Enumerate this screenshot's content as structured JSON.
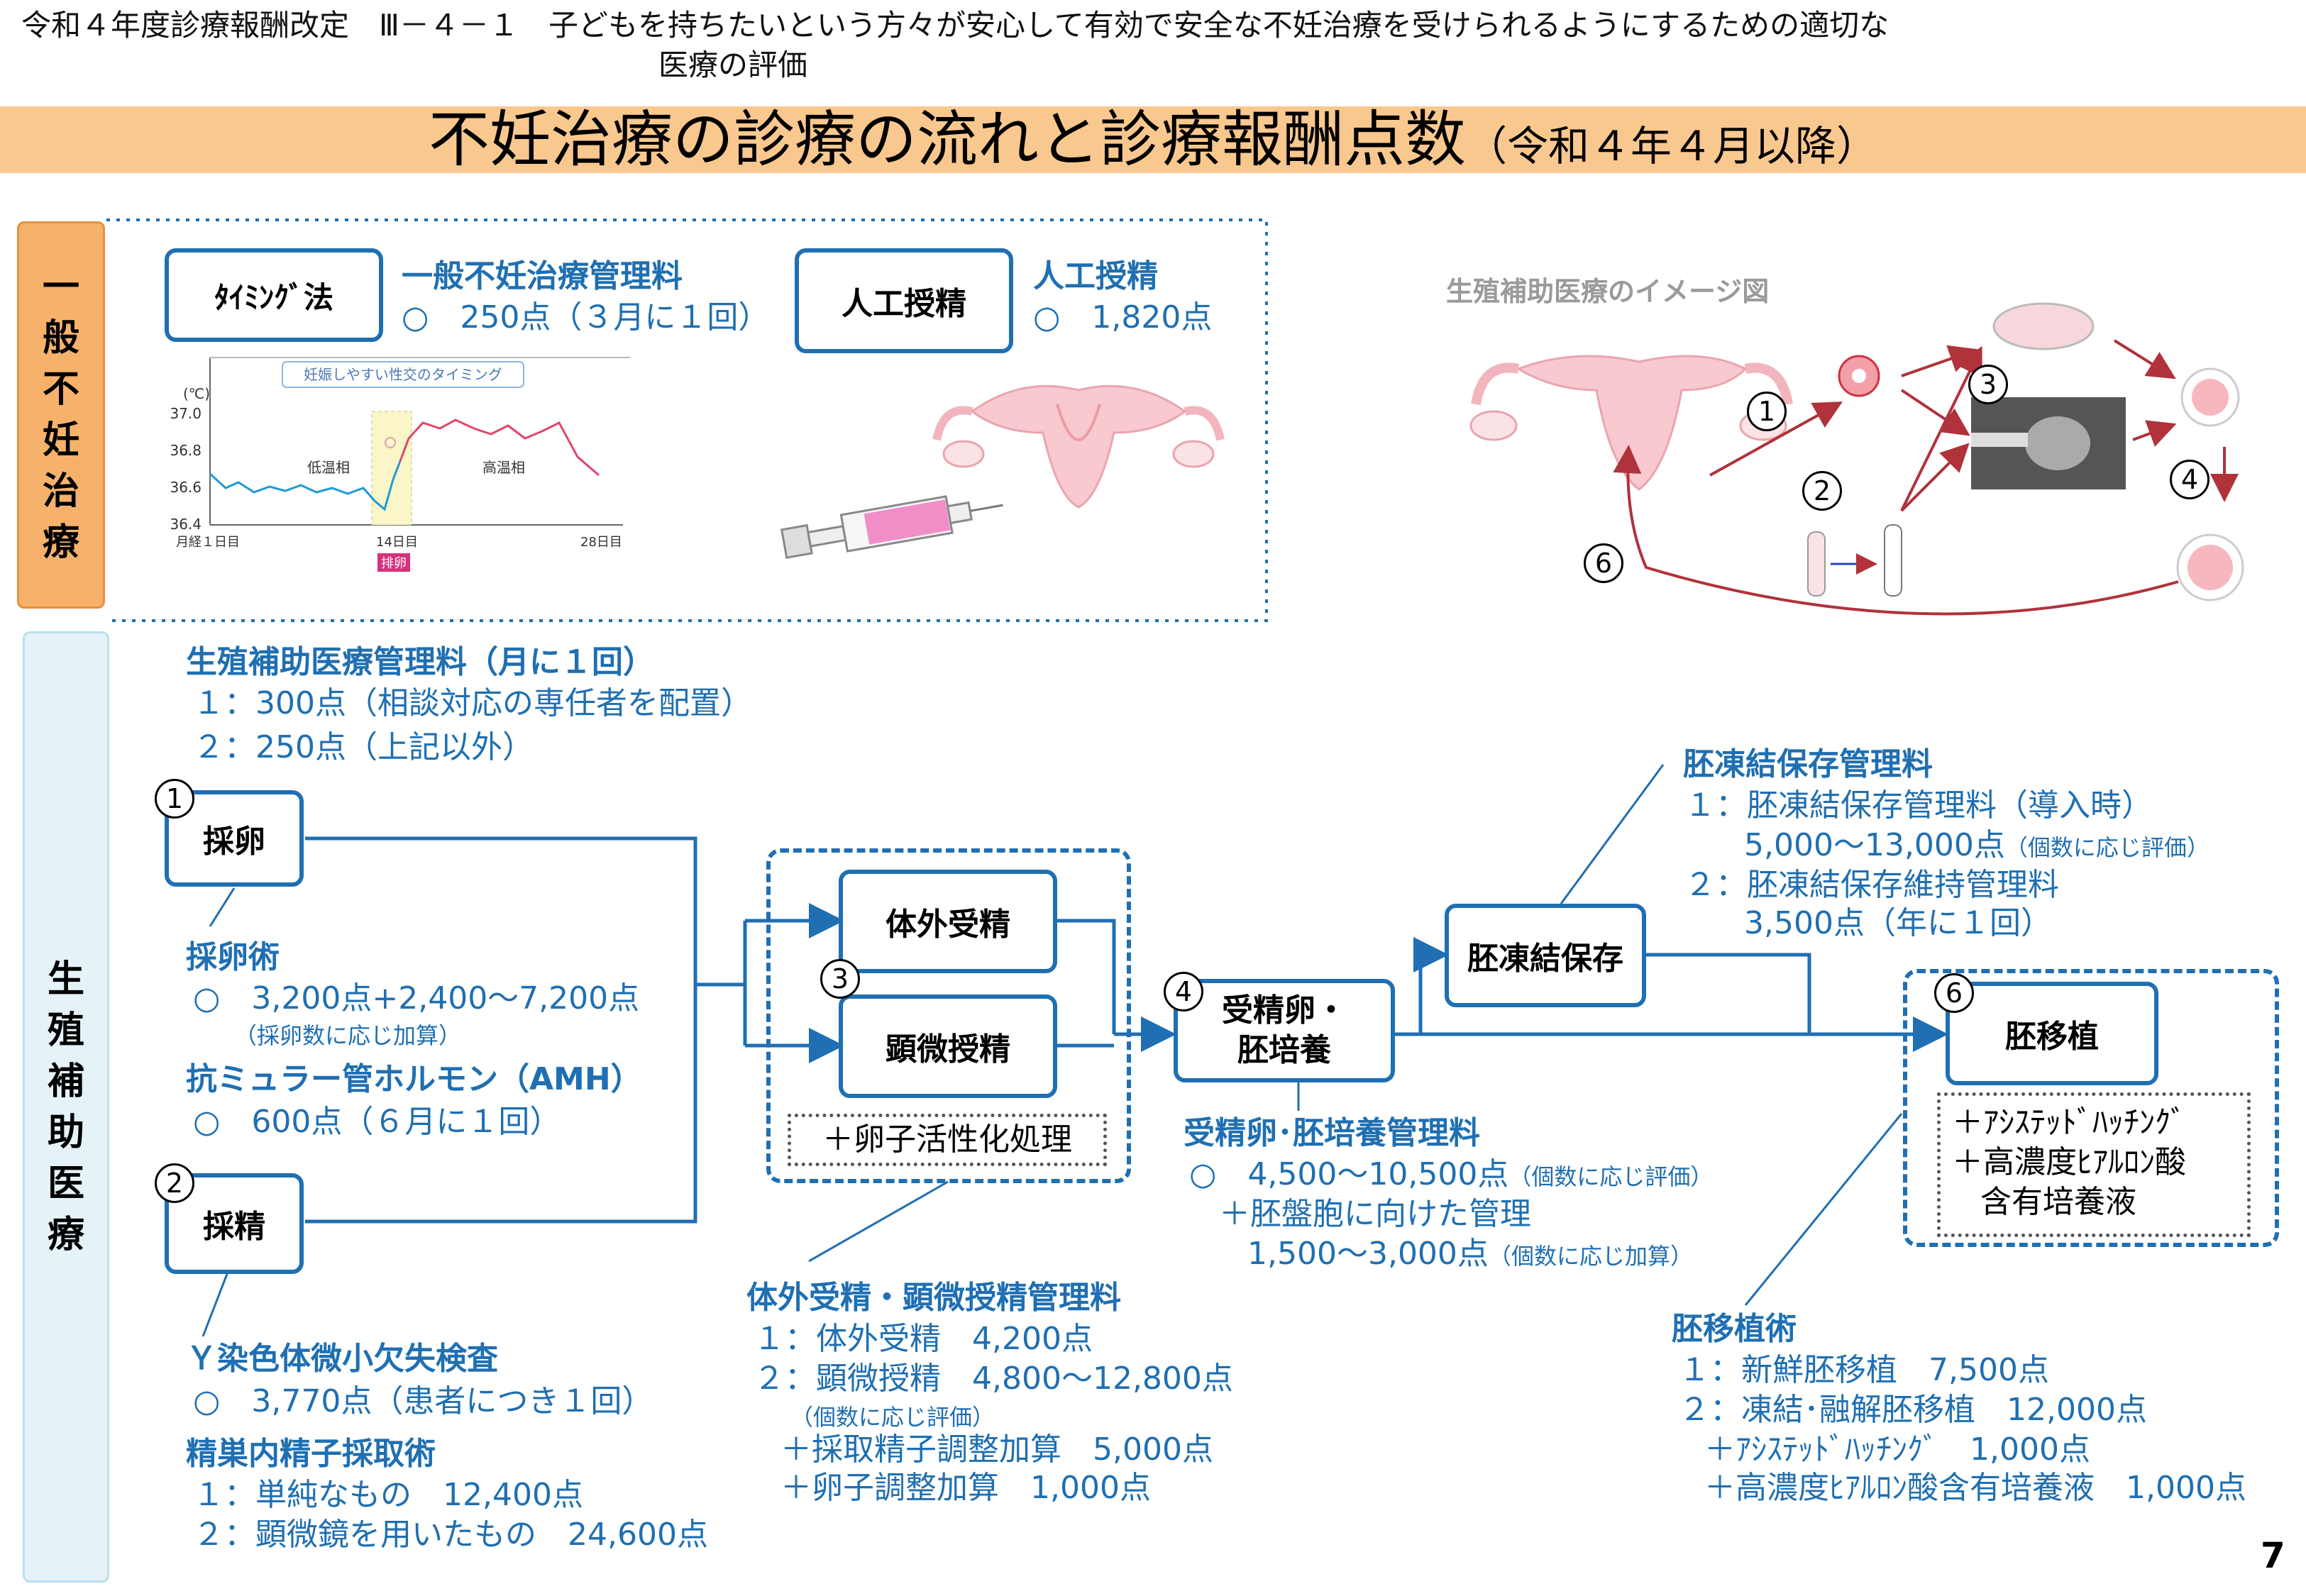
{
  "header": {
    "line1": "令和４年度診療報酬改定　Ⅲ－４－１　子どもを持ちたいという方々が安心して有効で安全な不妊治療を受けられるようにするための適切な",
    "line2": "医療の評価"
  },
  "banner": {
    "title": "不妊治療の診療の流れと診療報酬点数",
    "subtitle": "（令和４年４月以降）"
  },
  "side": {
    "general": [
      "一",
      "般",
      "不",
      "妊",
      "治",
      "療"
    ],
    "art": [
      "生",
      "殖",
      "補",
      "助",
      "医",
      "療"
    ]
  },
  "general": {
    "timing": {
      "label": "ﾀｲﾐﾝｸﾞ法",
      "fee_title": "一般不妊治療管理料",
      "fee": "○　250点（３月に１回）"
    },
    "ai": {
      "label": "人工授精",
      "fee_title": "人工授精",
      "fee": "○　1,820点"
    },
    "chart": {
      "banner": "妊娠しやすい性交のタイミング",
      "unit": "(℃)",
      "y_ticks": [
        "37.0",
        "36.8",
        "36.6",
        "36.4"
      ],
      "low_label": "低温相",
      "high_label": "高温相",
      "x_ticks": [
        "月経１日目",
        "14日目",
        "28日目"
      ],
      "ovulation": "排卵"
    },
    "image_title": "生殖補助医療のイメージ図",
    "image_steps": [
      "1",
      "2",
      "3",
      "4",
      "6"
    ]
  },
  "art": {
    "mgmt": {
      "title": "生殖補助医療管理料（月に１回）",
      "line1": "１：300点（相談対応の専任者を配置）",
      "line2": "２：250点（上記以外）"
    },
    "egg": {
      "num": "1",
      "label": "採卵",
      "fee_title": "採卵術",
      "fee": "○　3,200点+2,400～7,200点",
      "note": "（採卵数に応じ加算）"
    },
    "amh": {
      "title": "抗ミュラー管ホルモン（AMH）",
      "fee": "○　600点（６月に１回）"
    },
    "sperm": {
      "num": "2",
      "label": "採精"
    },
    "ychrom": {
      "title": "Ｙ染色体微小欠失検査",
      "fee": "○　3,770点（患者につき１回）"
    },
    "testis": {
      "title": "精巣内精子採取術",
      "line1": "１：単純なもの　12,400点",
      "line2": "２：顕微鏡を用いたもの　24,600点"
    },
    "ivf": {
      "label": "体外受精"
    },
    "icsi": {
      "num": "3",
      "label": "顕微授精"
    },
    "activation": "＋卵子活性化処理",
    "ivf_mgmt": {
      "title": "体外受精・顕微授精管理料",
      "line1": "１：体外受精　4,200点",
      "line2": "２：顕微授精　4,800～12,800点",
      "note": "（個数に応じ評価）",
      "add1": "＋採取精子調整加算　5,000点",
      "add2": "＋卵子調整加算　1,000点"
    },
    "culture": {
      "num": "4",
      "label1": "受精卵・",
      "label2": "胚培養"
    },
    "culture_mgmt": {
      "title": "受精卵･胚培養管理料",
      "fee": "○　4,500～10,500点",
      "fee_note": "（個数に応じ評価）",
      "add": "＋胚盤胞に向けた管理",
      "add_fee": "1,500～3,000点",
      "add_note": "（個数に応じ加算）"
    },
    "freeze": {
      "label": "胚凍結保存"
    },
    "freeze_mgmt": {
      "title": "胚凍結保存管理料",
      "line1": "１：胚凍結保存管理料（導入時）",
      "line1b": "5,000～13,000点",
      "line1_note": "（個数に応じ評価）",
      "line2": "２：胚凍結保存維持管理料",
      "line2b": "3,500点（年に１回）"
    },
    "transfer": {
      "num": "6",
      "label": "胚移植",
      "opt1": "＋ｱｼｽﾃｯﾄﾞﾊｯﾁﾝｸﾞ",
      "opt2": "＋高濃度ﾋｱﾙﾛﾝ酸",
      "opt3": "含有培養液"
    },
    "transfer_fee": {
      "title": "胚移植術",
      "line1": "１：新鮮胚移植　7,500点",
      "line2": "２：凍結･融解胚移植　12,000点",
      "add1": "＋ｱｼｽﾃｯﾄﾞﾊｯﾁﾝｸﾞ　1,000点",
      "add2": "＋高濃度ﾋｱﾙﾛﾝ酸含有培養液　1,000点"
    }
  },
  "page_number": "7",
  "colors": {
    "accent": "#1f6fb2",
    "banner": "#f9c88e",
    "side_general": "#f6b26b",
    "side_art": "#e5f3f9"
  }
}
